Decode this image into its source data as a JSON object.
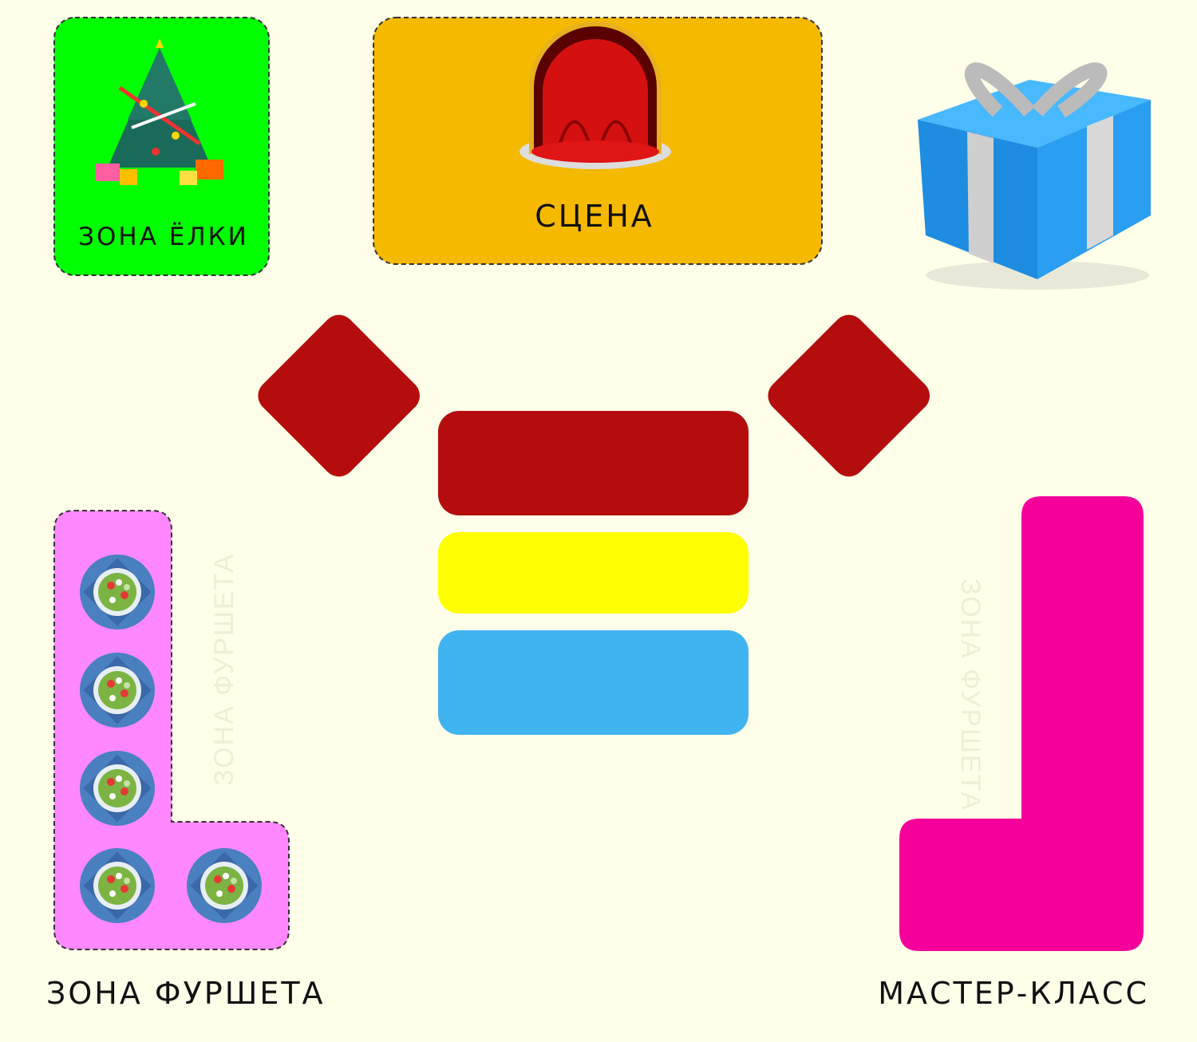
{
  "zones": {
    "tree": {
      "label": "ЗОНА ЁЛКИ",
      "color": "#00ff00"
    },
    "stage": {
      "label": "СЦЕНА",
      "color": "#f5b900"
    },
    "buffet": {
      "label": "ЗОНА ФУРШЕТА",
      "watermark": "ЗОНА ФУРШЕТА",
      "color": "#ff88ff"
    },
    "masterclass": {
      "label": "МАСТЕР-КЛАСС",
      "watermark": "ЗОНА ФУРШЕТА",
      "color": "#f5009a"
    }
  },
  "tables": {
    "red": "#b50d0d",
    "yellow": "#ffff00",
    "blue": "#40b4f0"
  },
  "icons": [
    "christmas-tree-icon",
    "stage-curtain-icon",
    "gift-box-icon",
    "salad-plate-icon"
  ]
}
